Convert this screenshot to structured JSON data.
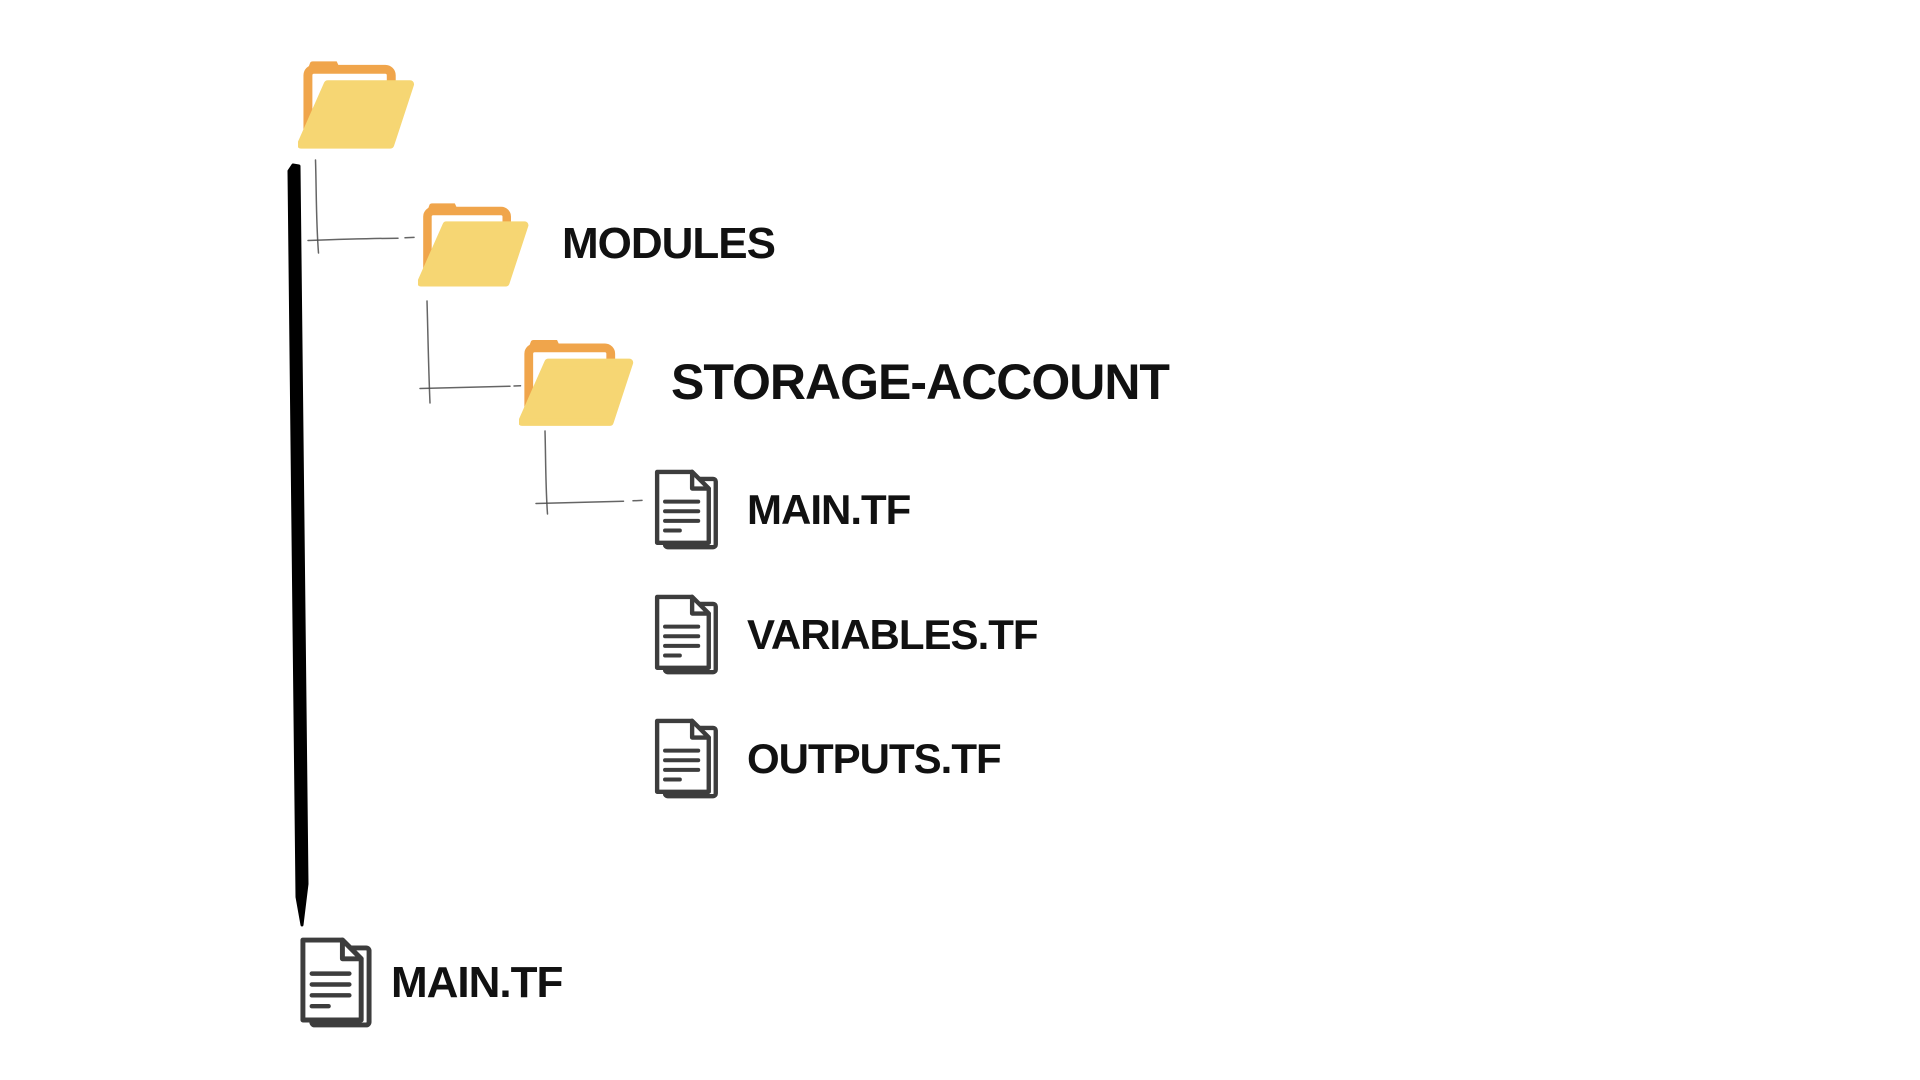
{
  "colors": {
    "canvas_bg": "#ffffff",
    "folder_back": "#f0a54b",
    "folder_front": "#f6d673",
    "file_outline": "#3d3d3d",
    "trunk_line": "#000000",
    "connector": "#4a4a4a",
    "label_text": "#111111"
  },
  "tree": {
    "nodes": {
      "root_folder": {
        "icon": "folder-icon",
        "label": ""
      },
      "modules": {
        "icon": "folder-icon",
        "label": "MODULES"
      },
      "storage_account": {
        "icon": "folder-icon",
        "label": "STORAGE-ACCOUNT"
      },
      "storage_main_tf": {
        "icon": "document-icon",
        "label": "MAIN.TF"
      },
      "storage_variables_tf": {
        "icon": "document-icon",
        "label": "VARIABLES.TF"
      },
      "storage_outputs_tf": {
        "icon": "document-icon",
        "label": "OUTPUTS.TF"
      },
      "root_main_tf": {
        "icon": "document-icon",
        "label": "MAIN.TF"
      }
    }
  }
}
